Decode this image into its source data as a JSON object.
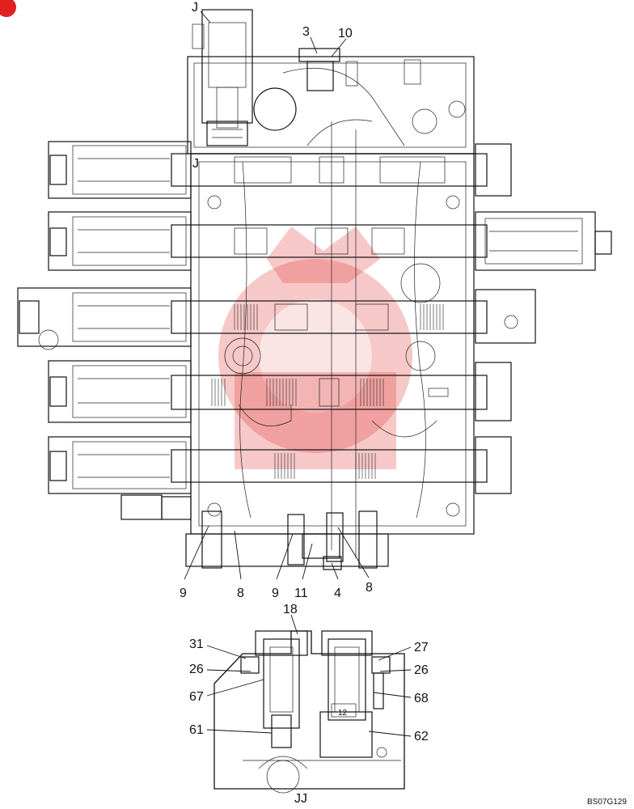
{
  "diagram": {
    "labels": {
      "J_top": "J",
      "J_mid": "J",
      "n3": "3",
      "n10": "10",
      "n9a": "9",
      "n8a": "8",
      "n9b": "9",
      "n11": "11",
      "n4": "4",
      "n8b": "8",
      "n18": "18",
      "n31": "31",
      "n26a": "26",
      "n67": "67",
      "n61": "61",
      "n27": "27",
      "n26b": "26",
      "n68": "68",
      "n62": "62",
      "n12": "12",
      "section": "JJ",
      "code": "BS07G129"
    },
    "colors": {
      "ink": "#111111",
      "watermark": "#e23a3a"
    }
  }
}
